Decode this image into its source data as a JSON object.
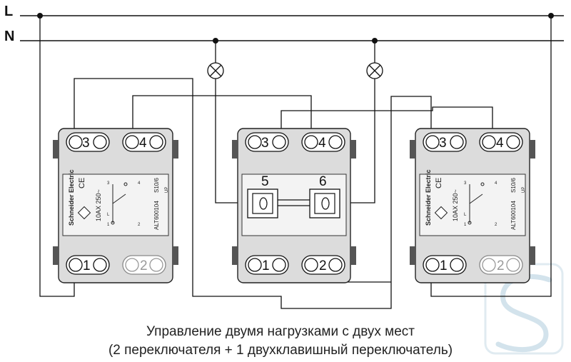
{
  "bus_lines": {
    "phase_label": "L",
    "neutral_label": "N"
  },
  "switch_left": {
    "terminals": [
      "3",
      "4",
      "1",
      "2"
    ],
    "brand": "Schneider Electric",
    "ce_mark": "CE",
    "rating": "10AX 250~",
    "model": "ALT600104",
    "rating_code": "S10/6",
    "direction": "UP",
    "contact_labels": [
      "3",
      "4",
      "L",
      "1",
      "2"
    ]
  },
  "switch_middle": {
    "terminals": [
      "3",
      "4",
      "1",
      "2"
    ],
    "key_labels": [
      "5",
      "6"
    ]
  },
  "switch_right": {
    "terminals": [
      "3",
      "4",
      "1",
      "2"
    ],
    "brand": "Schneider Electric",
    "ce_mark": "CE",
    "rating": "10AX 250~",
    "model": "ALT600104",
    "rating_code": "S10/6",
    "direction": "UP",
    "contact_labels": [
      "3",
      "4",
      "L",
      "1",
      "2"
    ]
  },
  "caption": {
    "line1": "Управление двумя нагрузками с двух мест",
    "line2": "(2 переключателя + 1 двухклавишный переключатель)"
  },
  "colors": {
    "wire": "#111111",
    "device_body": "#dcdcdc",
    "watermark": "#cfe0ea"
  },
  "icons": [
    "lamp-icon",
    "watermark-logo-icon"
  ]
}
